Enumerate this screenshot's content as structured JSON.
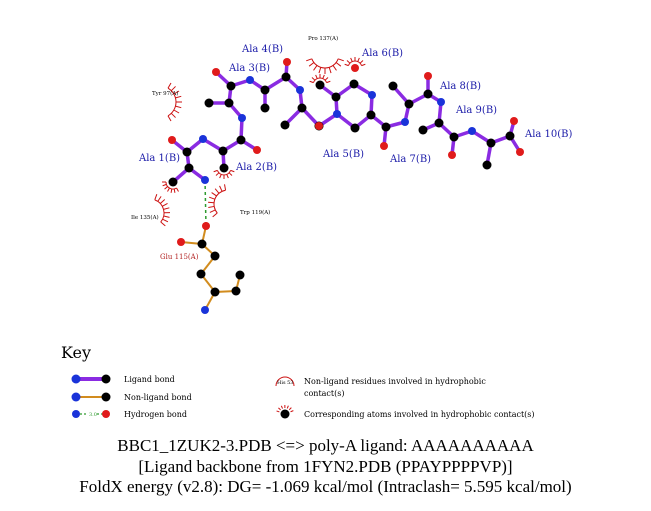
{
  "ligand_residues": [
    {
      "label": "Ala 1(B)"
    },
    {
      "label": "Ala 2(B)"
    },
    {
      "label": "Ala 3(B)"
    },
    {
      "label": "Ala 4(B)"
    },
    {
      "label": "Ala 5(B)"
    },
    {
      "label": "Ala 6(B)"
    },
    {
      "label": "Ala 7(B)"
    },
    {
      "label": "Ala 8(B)"
    },
    {
      "label": "Ala 9(B)"
    },
    {
      "label": "Ala 10(B)"
    }
  ],
  "protein_residues": {
    "glu": "Glu 115(A)",
    "pro": "Pro 137(A)",
    "tyr": "Tyr 97(A)",
    "ile": "Ile 135(A)",
    "trp": "Trp 119(A)"
  },
  "key": {
    "title": "Key",
    "ligand_bond": "Ligand bond",
    "nonligand_bond": "Non-ligand bond",
    "hydrogen_bond": "Hydrogen bond",
    "hbond_distance": "3.0",
    "hydrophobic_residue_label": "His 53",
    "hydrophobic_residues_line1": "Non-ligand residues involved in hydrophobic",
    "hydrophobic_residues_line2": "contact(s)",
    "hydrophobic_atoms": "Corresponding atoms involved in hydrophobic contact(s)"
  },
  "colors": {
    "ligand_bond": "#8a2be2",
    "nonligand_bond": "#d28c1e",
    "hbond": "#2e9a2e",
    "carbon": "#000000",
    "nitrogen": "#1a33d9",
    "oxygen": "#e01b1b",
    "residue_label_blue": "#1a1aa8",
    "residue_label_red": "#b22222",
    "arc": "#cc1111"
  },
  "caption": {
    "line1": "BBC1_1ZUK2-3.PDB <=> poly-A ligand: AAAAAAAAAA",
    "line2": "[Ligand backbone from 1FYN2.PDB (PPAYPPPPVP)]",
    "line3": "FoldX energy (v2.8): DG= -1.069 kcal/mol (Intraclash= 5.595 kcal/mol)"
  }
}
